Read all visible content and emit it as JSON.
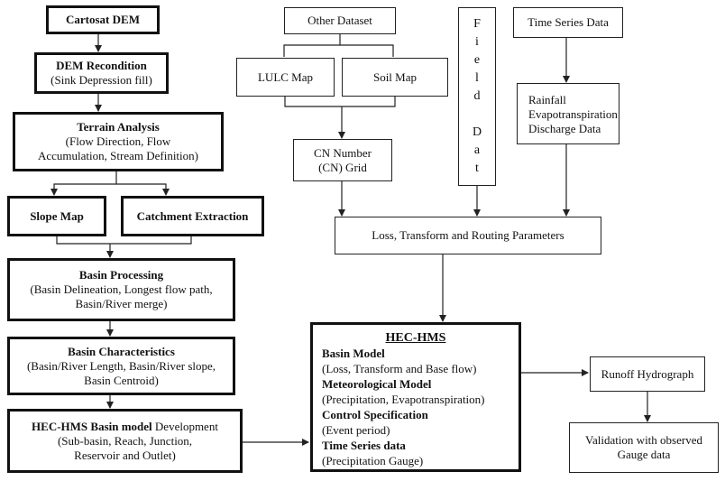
{
  "boxes": {
    "cartosat": {
      "title": "Cartosat DEM"
    },
    "recondition": {
      "title": "DEM Recondition",
      "detail": "(Sink Depression fill)"
    },
    "terrain": {
      "title": "Terrain Analysis",
      "detail1": "(Flow Direction, Flow",
      "detail2": "Accumulation, Stream Definition)"
    },
    "slope": {
      "title": "Slope Map"
    },
    "catchment": {
      "title": "Catchment Extraction"
    },
    "basin_processing": {
      "title": "Basin Processing",
      "detail1": "(Basin Delineation, Longest flow path,",
      "detail2": "Basin/River merge)"
    },
    "basin_characteristics": {
      "title": "Basin Characteristics",
      "detail1": "(Basin/River Length, Basin/River slope,",
      "detail2": "Basin Centroid)"
    },
    "basin_model_dev": {
      "title_bold": "HEC-HMS Basin model",
      "title_rest": " Development",
      "detail1": "(Sub-basin, Reach, Junction,",
      "detail2": "Reservoir and Outlet)"
    },
    "other_dataset": {
      "title": "Other Dataset"
    },
    "lulc": {
      "title": "LULC Map"
    },
    "soil": {
      "title": "Soil Map"
    },
    "cn": {
      "line1": "CN Number",
      "line2": "(CN) Grid"
    },
    "field": {
      "chars": [
        "F",
        "i",
        "e",
        "l",
        "d",
        "",
        "D",
        "a",
        "t"
      ]
    },
    "time_series": {
      "title": "Time Series Data"
    },
    "rainfall": {
      "line1": "Rainfall",
      "line2": "Evapotranspiration",
      "line3": "Discharge Data"
    },
    "params": {
      "title": "Loss, Transform and Routing Parameters"
    },
    "hechms": {
      "title": "HEC-HMS",
      "basin_model": "Basin Model",
      "basin_model_detail": "(Loss, Transform and Base flow)",
      "met_model": "Meteorological Model",
      "met_model_detail": "(Precipitation, Evapotranspiration)",
      "control": "Control Specification",
      "control_detail": "(Event period)",
      "ts": "Time Series data",
      "ts_detail": "(Precipitation Gauge)"
    },
    "runoff": {
      "title": "Runoff Hydrograph"
    },
    "validation": {
      "line1": "Validation with observed",
      "line2": "Gauge data"
    }
  }
}
